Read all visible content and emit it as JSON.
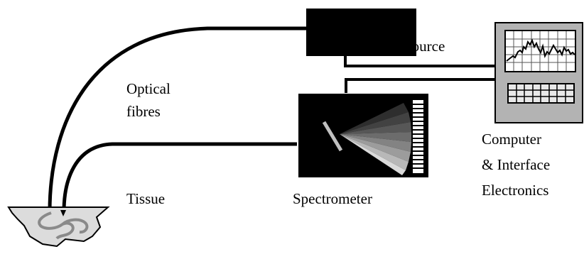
{
  "diagram": {
    "labels": {
      "light_source": "Xenon Light Source",
      "fibres_line1": "Optical",
      "fibres_line2": "fibres",
      "spectrometer": "Spectrometer",
      "tissue": "Tissue",
      "computer_line1": "Computer",
      "computer_line2": "& Interface",
      "computer_line3": "Electronics"
    },
    "colors": {
      "ink": "#000000",
      "monitor_body": "#b3b3b3",
      "screen": "#ffffff",
      "keypad": "#e8e8e8",
      "tissue_fill": "#dcdcdc",
      "tissue_vessel": "#8a8a8a",
      "grating": "#c0c0c0"
    },
    "icons": [
      "light-source-box",
      "spectrometer-fan",
      "computer-monitor",
      "tissue-sample"
    ]
  }
}
